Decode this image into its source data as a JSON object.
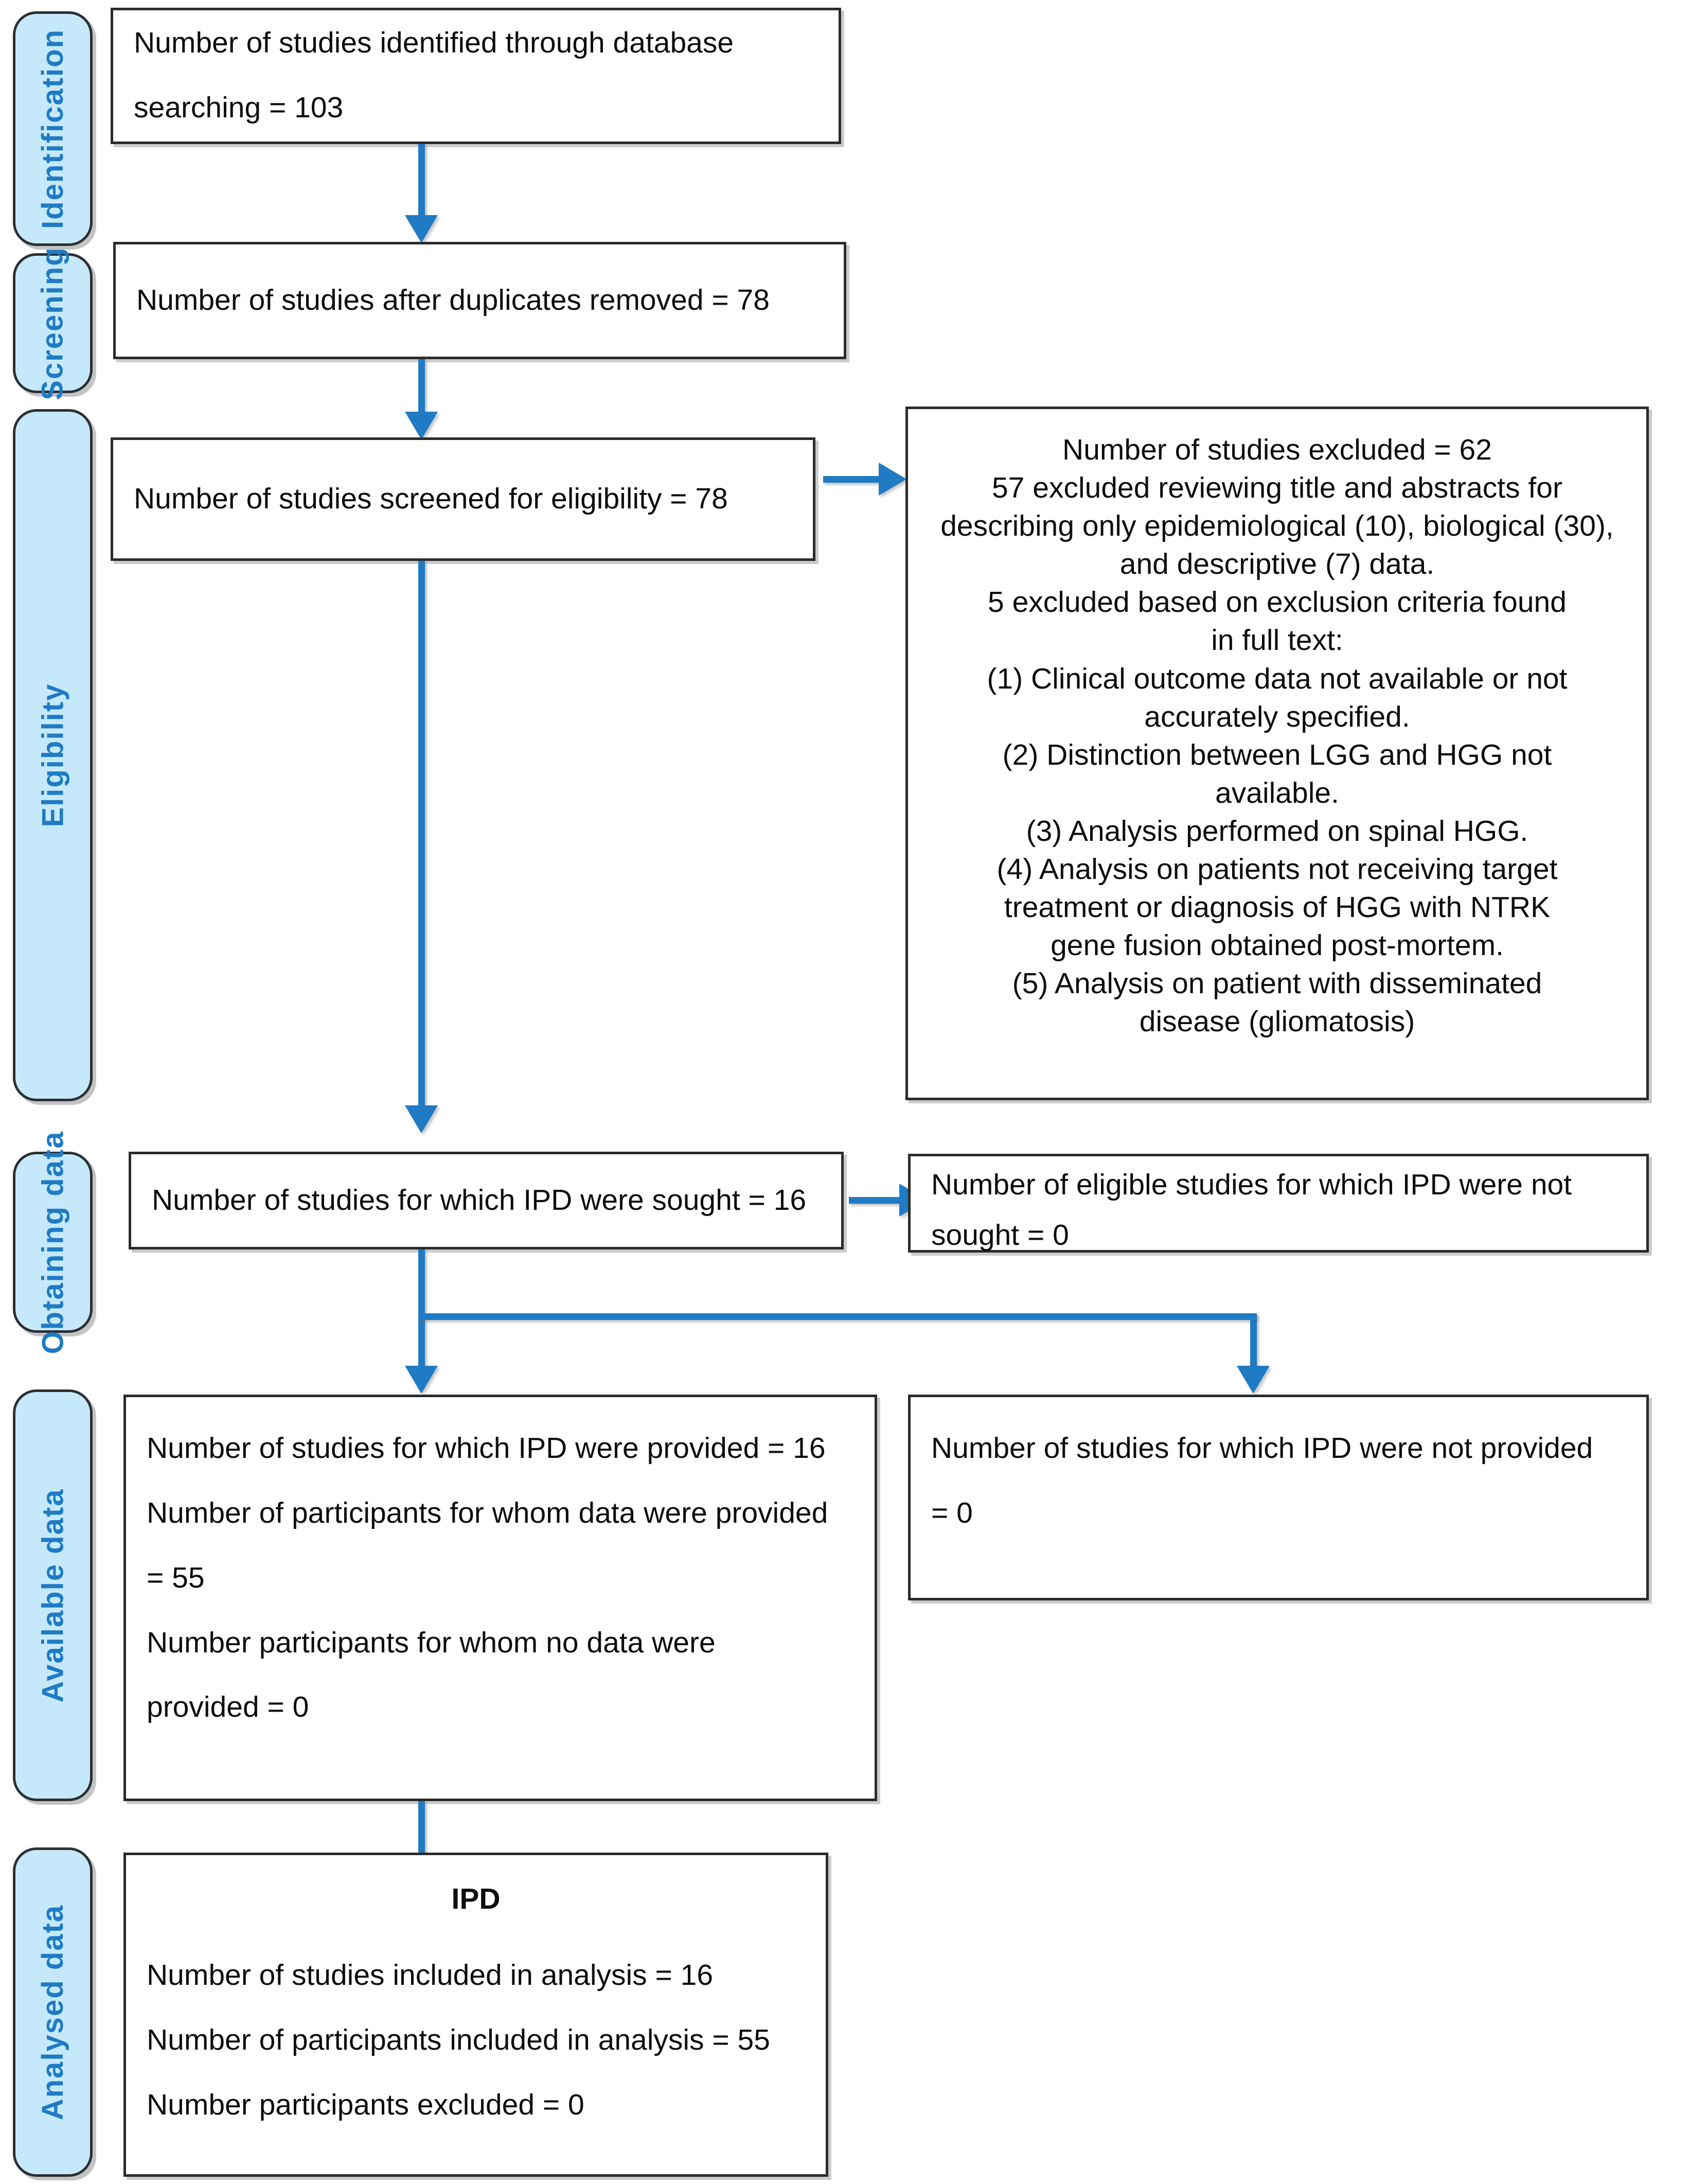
{
  "diagram": {
    "type": "PRISMA-IPD flow diagram",
    "accent_blue": "#1F7BC4",
    "pill_fill": "#C5E9FB",
    "pill_border": "#2C2F33",
    "box_border": "#2B2B2B"
  },
  "stages": [
    {
      "id": "identification",
      "label": "Identification"
    },
    {
      "id": "screening",
      "label": "Screening"
    },
    {
      "id": "eligibility",
      "label": "Eligibility"
    },
    {
      "id": "obtaining",
      "label": "Obtaining data"
    },
    {
      "id": "available",
      "label": "Available data"
    },
    {
      "id": "analysed",
      "label": "Analysed data"
    }
  ],
  "boxes": {
    "identified": {
      "lines": [
        "Number of studies identified through database",
        "searching = 103"
      ]
    },
    "duplicates_removed": {
      "lines": [
        "Number of studies after duplicates removed = 78"
      ]
    },
    "screened": {
      "lines": [
        "Number of studies screened for eligibility = 78"
      ]
    },
    "excluded": {
      "lines": [
        "Number of studies excluded = 62",
        "57 excluded reviewing title and abstracts for",
        "describing only epidemiological (10), biological (30),",
        "and descriptive (7) data.",
        "5      excluded based on exclusion criteria found",
        "in full text:",
        "(1)   Clinical outcome data not available or not",
        "accurately specified.",
        "(2)   Distinction between LGG and HGG not",
        "available.",
        "(3)   Analysis performed on spinal HGG.",
        "(4)   Analysis on patients not receiving target",
        "treatment or diagnosis of HGG with NTRK",
        "gene fusion obtained post-mortem.",
        "(5)   Analysis on patient with disseminated",
        "disease (gliomatosis)"
      ]
    },
    "ipd_sought": {
      "lines": [
        "Number of studies for which IPD were sought = 16"
      ]
    },
    "ipd_not_sought": {
      "lines": [
        "Number of eligible studies for which IPD were not",
        "sought = 0"
      ]
    },
    "ipd_provided": {
      "lines": [
        "Number of studies for which IPD were provided = 16",
        "Number of participants for whom data were provided",
        "= 55",
        "Number participants for whom no data were",
        "provided = 0"
      ]
    },
    "ipd_not_provided": {
      "lines": [
        "Number of studies for which IPD were not provided",
        "= 0"
      ]
    },
    "analysed": {
      "title": "IPD",
      "lines": [
        "Number of studies included in analysis = 16",
        "Number of participants included in analysis = 55",
        "Number participants excluded = 0"
      ]
    }
  }
}
